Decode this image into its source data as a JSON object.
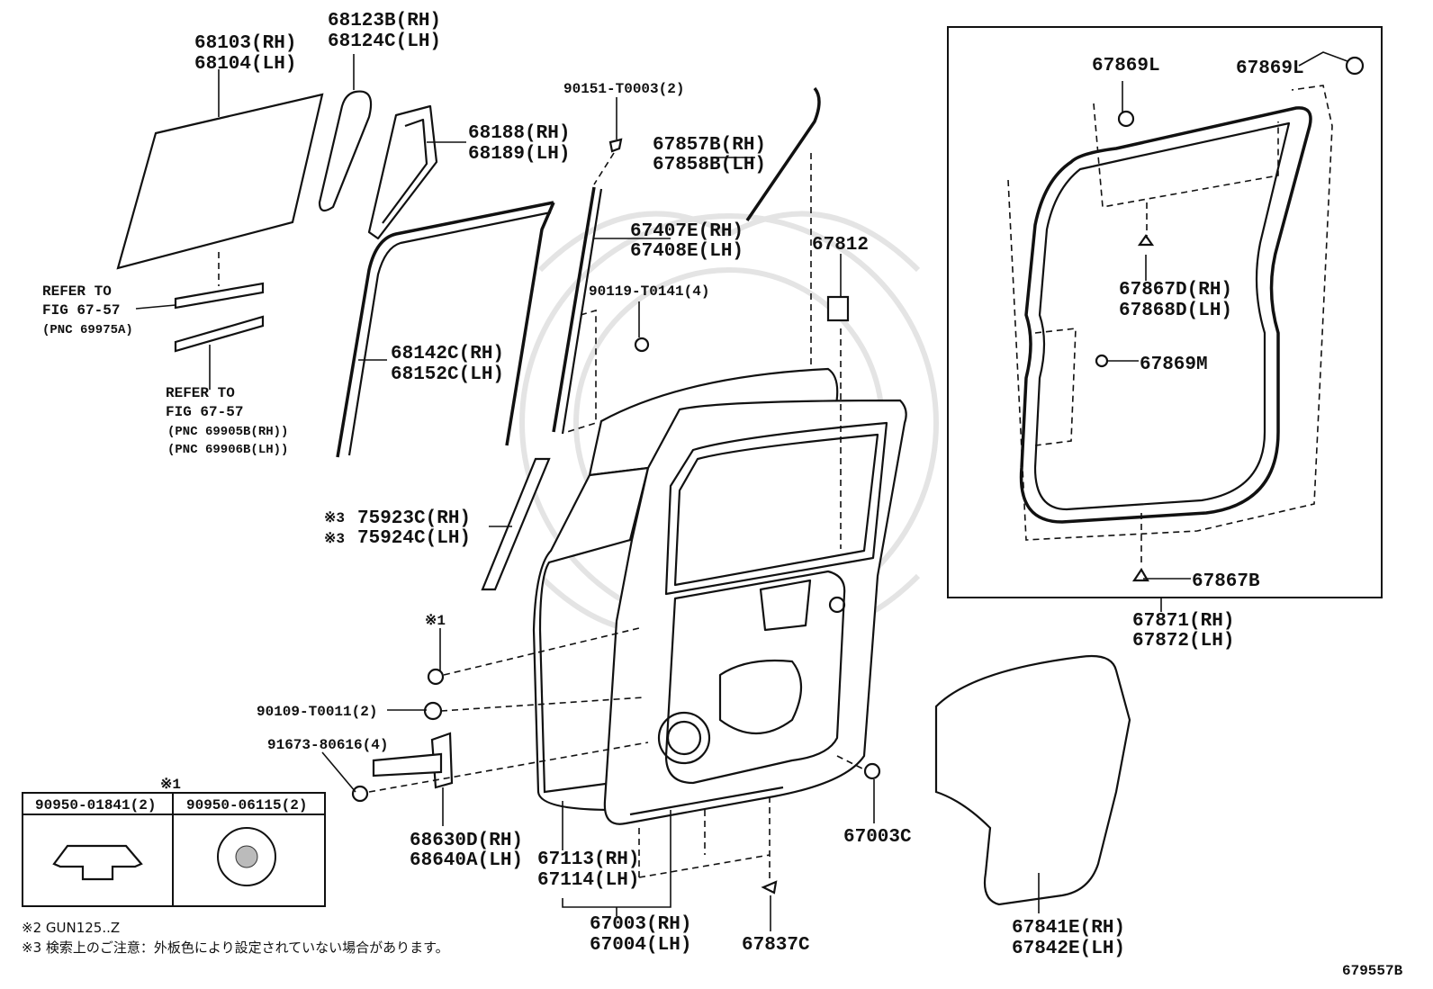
{
  "diagram_id": "679557B",
  "callouts": {
    "glass": [
      "68103(RH)",
      "68104(LH)"
    ],
    "quarter_glass": [
      "68123B(RH)",
      "68124C(LH)"
    ],
    "quarter_seal": [
      "68188(RH)",
      "68189(LH)"
    ],
    "screw_top": "90151-T0003(2)",
    "outer_weatherstrip": [
      "67857B(RH)",
      "67858B(LH)"
    ],
    "run_channel": [
      "67407E(RH)",
      "67408E(LH)"
    ],
    "bolt_channel": "90119-T0141(4)",
    "pad": "67812",
    "glass_run": [
      "68142C(RH)",
      "68152C(LH)"
    ],
    "tape": [
      "75923C(RH)",
      "75924C(LH)"
    ],
    "tape_mark": "※3",
    "plug_mark": "※1",
    "bolt_check": "90109-T0011(2)",
    "bolt_hinge": "91673-80616(4)",
    "check_assy": [
      "68630D(RH)",
      "68640A(LH)"
    ],
    "panel": [
      "67113(RH)",
      "67114(LH)"
    ],
    "door_assy": [
      "67003(RH)",
      "67004(LH)"
    ],
    "clip_bottom": "67837C",
    "plug_right": "67003C",
    "service_hole_cover": [
      "67841E(RH)",
      "67842E(LH)"
    ],
    "clip_l_1": "67869L",
    "clip_l_2": "67869L",
    "clip_d": [
      "67867D(RH)",
      "67868D(LH)"
    ],
    "clip_m": "67869M",
    "clip_b": "67867B",
    "weatherstrip": [
      "67871(RH)",
      "67872(LH)"
    ]
  },
  "refer_1": {
    "line1": "REFER TO",
    "line2": "FIG 67-57",
    "line3": "(PNC 69975A)"
  },
  "refer_2": {
    "line1": "REFER TO",
    "line2": "FIG 67-57",
    "line3": "(PNC 69905B(RH))",
    "line4": "(PNC 69906B(LH))"
  },
  "plug_table": {
    "mark": "※1",
    "col1": "90950-01841(2)",
    "col2": "90950-06115(2)"
  },
  "notes": {
    "note2": "※2 GUN125..Z",
    "note3": "※3 検索上のご注意：外板色により設定されていない場合があります。"
  }
}
